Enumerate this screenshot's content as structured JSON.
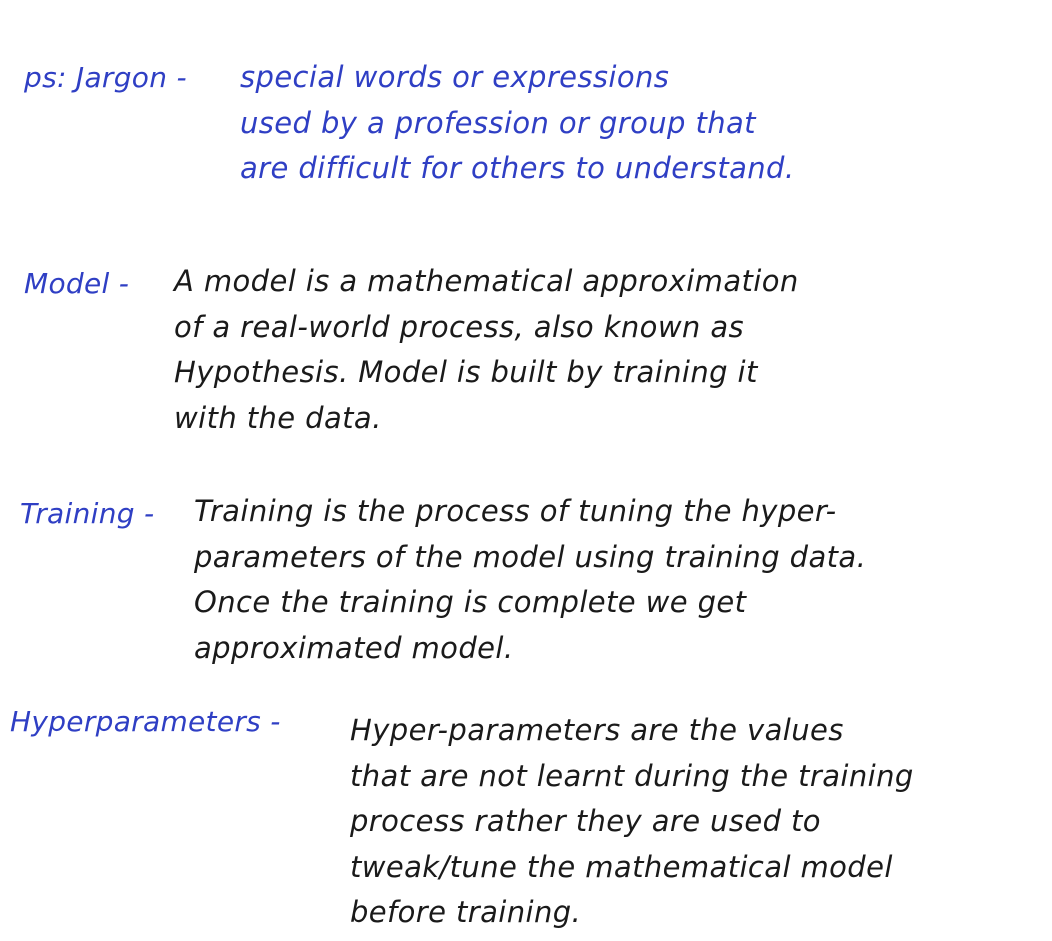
{
  "jargon": {
    "label": "ps: Jargon -",
    "definition_lines": [
      "special words or expressions",
      "used by a profession or group that",
      "are difficult for others to understand."
    ]
  },
  "terms": [
    {
      "term": "Model -",
      "definition_lines": [
        "A model is a mathematical approximation",
        "of a real-world process, also known as",
        "Hypothesis. Model is built by training it",
        "with the data."
      ]
    },
    {
      "term": "Training -",
      "definition_lines": [
        "Training is the process of tuning the hyper-",
        "parameters of the model using training data.",
        "Once the training is complete we get",
        "approximated model."
      ]
    },
    {
      "term": "Hyperparameters -",
      "definition_lines": [
        "Hyper-parameters are the values",
        "that are not learnt during the training",
        "process rather they are used to",
        "tweak/tune the mathematical model",
        "before training."
      ]
    }
  ],
  "colors": {
    "term_ink": "#2f3fc4",
    "body_ink": "#1a1a1a",
    "background": "#ffffff"
  }
}
